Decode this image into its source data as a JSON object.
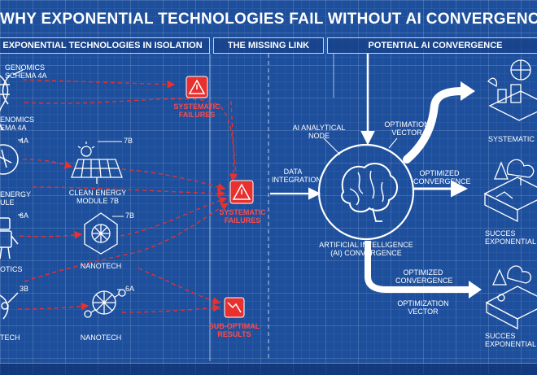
{
  "title": "WHY EXPONENTIAL TECHNOLOGIES FAIL WITHOUT AI CONVERGENCE",
  "sections": {
    "left": "EXPONENTIAL TECHNOLOGIES IN ISOLATION",
    "middle": "THE MISSING LINK",
    "right": "POTENTIAL AI CONVERGENCE"
  },
  "left_col": {
    "genomics_schema": "GENOMICS\nSCHEMA 4A",
    "genomics_label": "ENOMICS\nEMA 4A",
    "energy_code": "4A",
    "energy_label": "ENERGY\nULE",
    "robotics_code": "6A",
    "robotics_label": "OTICS",
    "tech_code": "3B",
    "tech_label": "TECH"
  },
  "mid_col": {
    "clean_energy_code": "7B",
    "clean_energy_label": "CLEAN ENERGY\nMODULE 7B",
    "nanotech1_code": "7B",
    "nanotech1_label": "NANOTECH",
    "nanotech2_code": "6A",
    "nanotech2_label": "NANOTECH"
  },
  "failures": {
    "top": "SYSTEMATIC\nFAILURES",
    "middle": "SYSTEMATIC\nFAILURES",
    "bottom": "SUB-OPTIMAL\nRESULTS"
  },
  "center": {
    "data_integration": "DATA\nINTEGRATION",
    "ai_node": "AI ANALYTICAL\nNODE",
    "optimation_vector": "OPTIMATION\nVECTOR",
    "ai_label": "ARTIFICIAL INTELLIGENCE\n(AI) CONVERGENCE"
  },
  "right_col": {
    "systematic": "SYSTEMATIC",
    "optimized_convergence_1": "OPTIMIZED\nCONVERGENCE",
    "success_1": "SUCCES\nEXPONENTIAL",
    "optimized_convergence_2": "OPTIMIZED\nCONVERGENCE",
    "optimization_vector": "OPTIMIZATION\nVECTOR",
    "success_2": "SUCCES\nEXPONENTIAL"
  },
  "colors": {
    "background": "#1d4f9c",
    "line": "#ffffff",
    "failure": "#e8302f"
  }
}
